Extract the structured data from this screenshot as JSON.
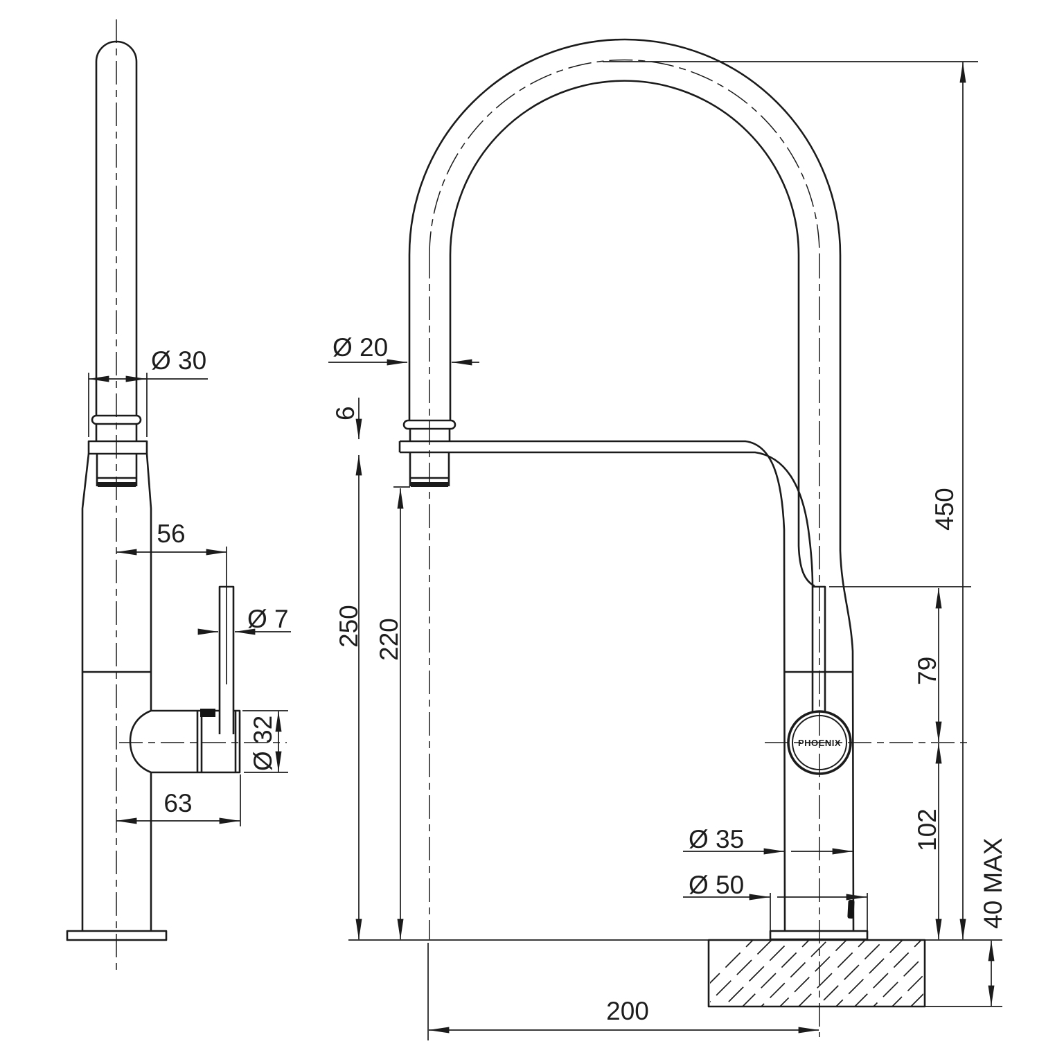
{
  "drawing": {
    "brand": "PHOENIX",
    "views": {
      "side": "side-elevation",
      "front": "front-elevation"
    },
    "dimensions": {
      "spout_collar_dia": "Ø 30",
      "handle_offset": "56",
      "handle_rod_dia": "Ø 7",
      "handle_hub_dia": "Ø 32",
      "handle_length": "63",
      "hose_dia": "Ø 20",
      "bar_thickness": "6",
      "overall_height": "450",
      "bar_height": "250",
      "outlet_clearance": "220",
      "body_top_to_center": "79",
      "center_to_base": "102",
      "body_dia": "Ø 35",
      "base_dia": "Ø 50",
      "counter_thickness": "40 MAX",
      "reach": "200"
    }
  }
}
